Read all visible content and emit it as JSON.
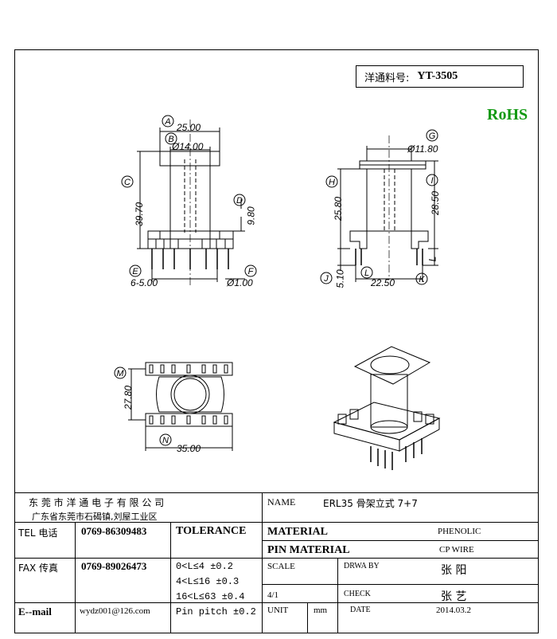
{
  "header": {
    "part_label": "洋通料号:",
    "part_number": "YT-3505",
    "rohs": "RoHS"
  },
  "drawing": {
    "front": {
      "dim_a": "25.00",
      "dim_b": "Ø14.00",
      "dim_c": "39.70",
      "dim_d": "9.80",
      "dim_e": "6-5.00",
      "dim_f": "Ø1.00",
      "labels": [
        "A",
        "B",
        "C",
        "D",
        "E",
        "F"
      ]
    },
    "side": {
      "dim_g": "Ø11.80",
      "dim_h": "25.80",
      "dim_i": "28.50",
      "dim_j": "5.10",
      "dim_l": "22.50",
      "dim_k_letter": "L",
      "labels": [
        "G",
        "H",
        "I",
        "J",
        "L",
        "K"
      ]
    },
    "bottom": {
      "dim_m": "27.80",
      "dim_n": "35.00",
      "labels": [
        "M",
        "N"
      ]
    }
  },
  "title_block": {
    "company": "东 莞 市 洋 通 电 子 有 限 公 司",
    "address": "广东省东莞市石碣镇,刘屋工业区",
    "tel_label": "TEL 电话",
    "tel": "0769-86309483",
    "fax_label": "FAX 传真",
    "fax": "0769-89026473",
    "email_label": "E--mail",
    "email": "wydz001@126.com",
    "tolerance_label": "TOLERANCE",
    "tolerance": [
      "0<L≤4  ±0.2",
      "4<L≤16 ±0.3",
      "16<L≤63 ±0.4",
      "Pin pitch ±0.2"
    ],
    "name_label": "NAME",
    "name": "ERL35 骨架立式 7+7",
    "material_label": "MATERIAL",
    "material": "PHENOLIC",
    "pin_material_label": "PIN MATERIAL",
    "pin_material": "CP WIRE",
    "scale_label": "SCALE",
    "scale": "4/1",
    "drawn_label": "DRWA BY",
    "drawn": "张 阳",
    "check_label": "CHECK",
    "check": "张 艺",
    "unit_label": "UNIT",
    "unit": "mm",
    "date_label": "DATE",
    "date": "2014.03.2"
  }
}
